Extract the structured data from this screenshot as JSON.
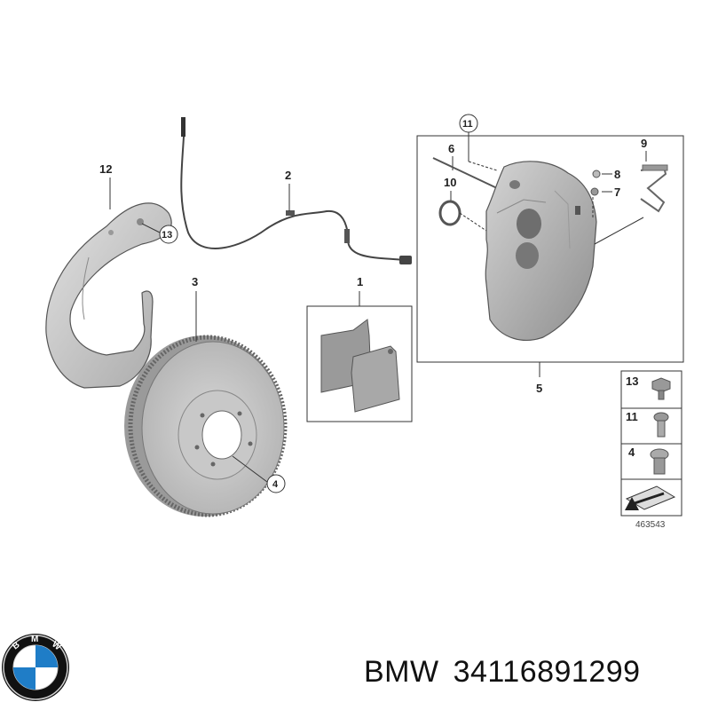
{
  "callouts": {
    "c1": "1",
    "c2": "2",
    "c3": "3",
    "c4": "4",
    "c5": "5",
    "c6": "6",
    "c7": "7",
    "c8": "8",
    "c9": "9",
    "c10": "10",
    "c11": "11",
    "c12": "12",
    "c13": "13"
  },
  "legend": {
    "row1": "13",
    "row2": "11",
    "row3": "4"
  },
  "diagram_ref": "463543",
  "caption": {
    "brand": "BMW",
    "part_number": "34116891299"
  }
}
